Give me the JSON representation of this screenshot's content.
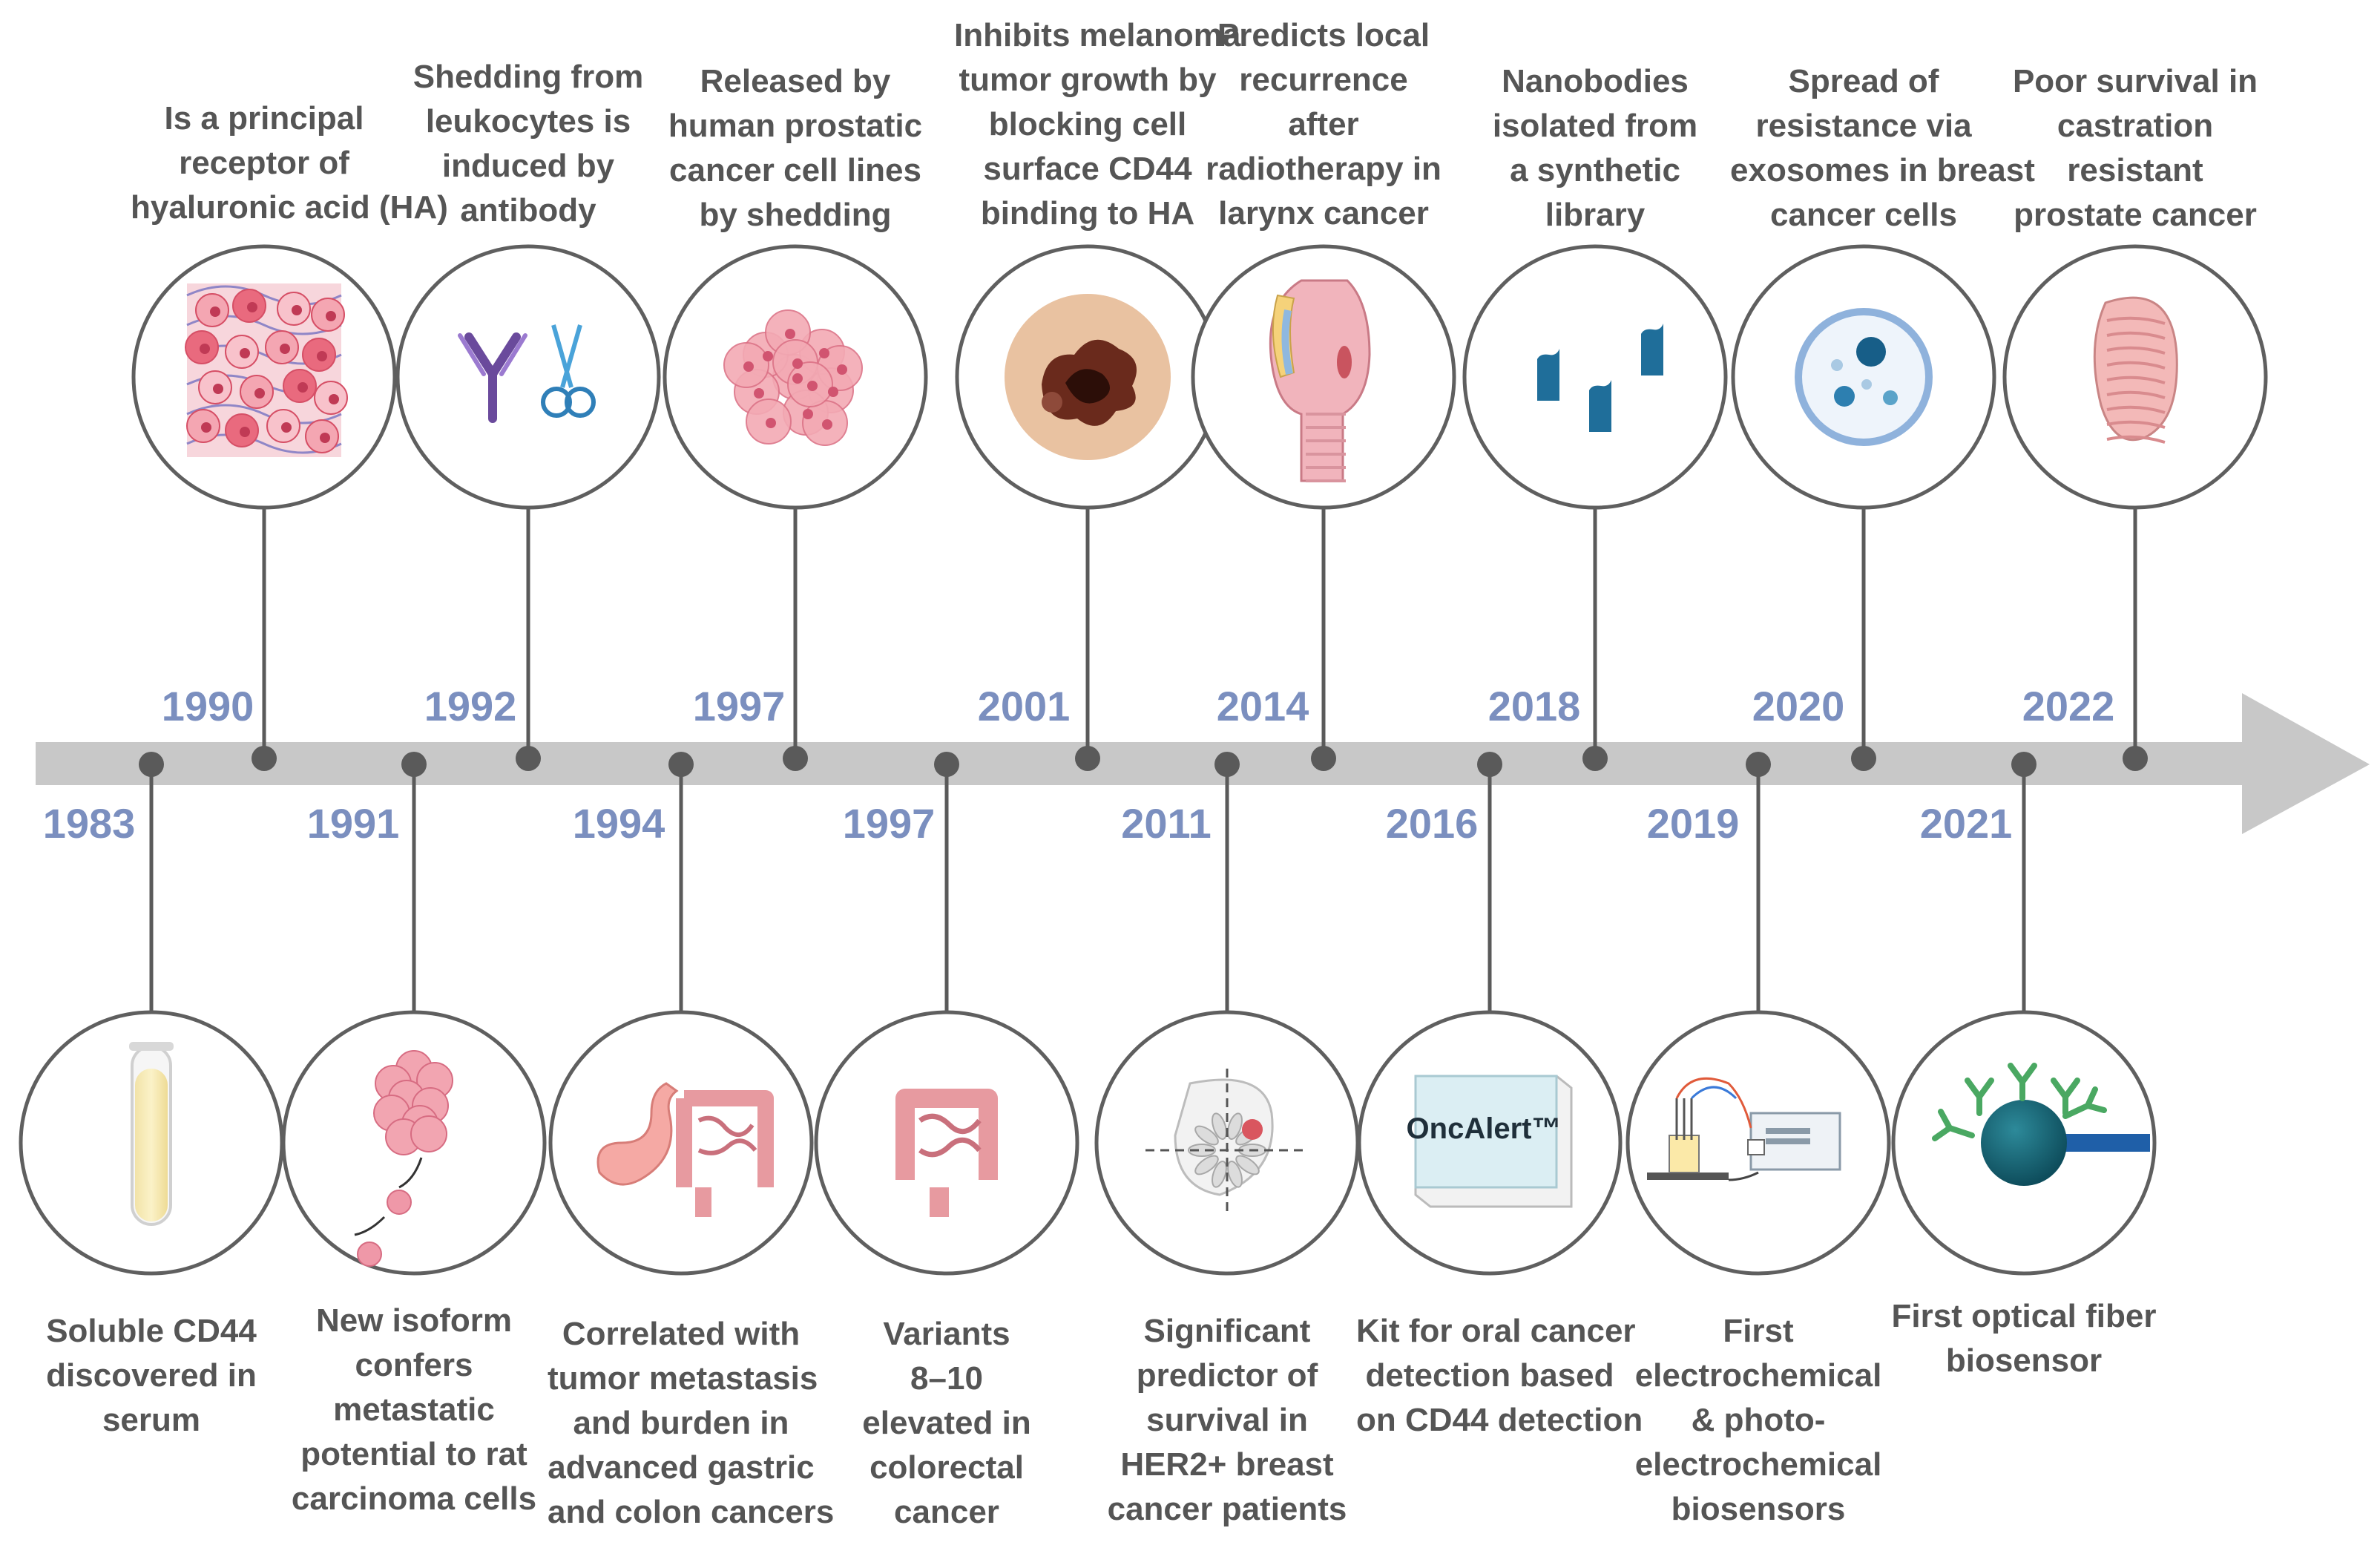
{
  "top_events": [
    {
      "year": "1990",
      "lines": [
        "Is a principal",
        "receptor of",
        "hyaluronic acid (HA)"
      ],
      "icon": "tissue-cells-icon"
    },
    {
      "year": "1992",
      "lines": [
        "Shedding from",
        "leukocytes is",
        "induced by",
        "antibody"
      ],
      "icon": "antibody-scissors-icon"
    },
    {
      "year": "1997",
      "lines": [
        "Released by",
        "human prostatic",
        "cancer cell lines",
        "by shedding"
      ],
      "icon": "cell-cluster-icon"
    },
    {
      "year": "2001",
      "lines": [
        "Inhibits melanoma",
        "tumor growth by",
        "blocking cell",
        "surface CD44",
        "binding to HA"
      ],
      "icon": "melanoma-icon"
    },
    {
      "year": "2014",
      "lines": [
        "Predicts local",
        "recurrence",
        "after",
        "radiotherapy in",
        "larynx cancer"
      ],
      "icon": "larynx-icon"
    },
    {
      "year": "2018",
      "lines": [
        "Nanobodies",
        "isolated from",
        "a synthetic",
        "library"
      ],
      "icon": "nanobodies-icon"
    },
    {
      "year": "2020",
      "lines": [
        "Spread of",
        "resistance via",
        "exosomes in breast",
        "cancer cells"
      ],
      "icon": "exosome-icon"
    },
    {
      "year": "2022",
      "lines": [
        "Poor survival in",
        "castration",
        "resistant",
        "prostate cancer"
      ],
      "icon": "prostate-icon"
    }
  ],
  "bottom_events": [
    {
      "year": "1983",
      "lines": [
        "Soluble CD44",
        "discovered in",
        "serum"
      ],
      "icon": "test-tube-icon"
    },
    {
      "year": "1991",
      "lines": [
        "New isoform",
        "confers",
        "metastatic",
        "potential to rat",
        "carcinoma cells"
      ],
      "icon": "metastasis-icon"
    },
    {
      "year": "1994",
      "lines": [
        "Correlated with",
        "tumor metastasis",
        "and  burden in",
        "advanced gastric",
        "and colon cancers"
      ],
      "icon": "stomach-colon-icon"
    },
    {
      "year": "1997",
      "lines": [
        "Variants",
        "8–10",
        "elevated in",
        "colorectal",
        "cancer"
      ],
      "icon": "colon-icon"
    },
    {
      "year": "2011",
      "lines": [
        "Significant",
        "predictor of",
        "survival in",
        "HER2+ breast",
        "cancer patients"
      ],
      "icon": "breast-tumor-icon"
    },
    {
      "year": "2016",
      "lines": [
        "Kit for oral cancer",
        "detection based",
        "on CD44 detection"
      ],
      "icon": "kit-box-icon",
      "icon_text": "OncAlert™"
    },
    {
      "year": "2019",
      "lines": [
        "First",
        "electrochemical",
        "& photo-",
        "electrochemical",
        "biosensors"
      ],
      "icon": "electrochemical-station-icon"
    },
    {
      "year": "2021",
      "lines": [
        "First optical fiber",
        "biosensor"
      ],
      "icon": "optical-fiber-icon"
    }
  ],
  "colors": {
    "arrow": "#c8c8c8",
    "dot": "#5a5a5a",
    "connector": "#5a5a5a",
    "circle_stroke": "#5f5f5f",
    "year_text": "#7b8fbf",
    "caption_text": "#555555"
  }
}
